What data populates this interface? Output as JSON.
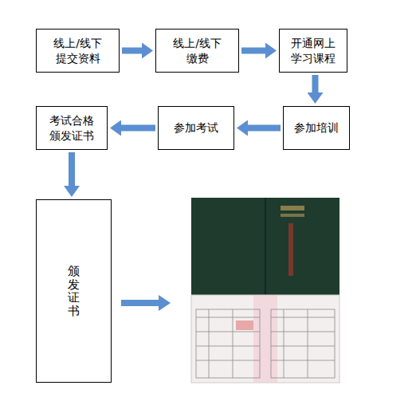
{
  "diagram": {
    "nodes": [
      {
        "text": [
          "线上/线下 提交资料"
        ]
      },
      {
        "text": [
          "线上/线下 缴费"
        ]
      },
      {
        "text": [
          "开通网上 学习课程"
        ]
      },
      {
        "text": [
          "参加培训"
        ]
      },
      {
        "text": [
          "参加考试"
        ]
      },
      {
        "text": [
          "考试合格 颁发证书"
        ]
      },
      {
        "text": [
          "颁发证书"
        ]
      }
    ],
    "edges": [
      {
        "from": 0,
        "to": 1,
        "arrow": "to"
      },
      {
        "from": 1,
        "to": 2,
        "arrow": "to"
      },
      {
        "from": 2,
        "to": 3,
        "arrow": "to"
      },
      {
        "from": 3,
        "to": 4,
        "arrow": "to"
      },
      {
        "from": 4,
        "to": 5,
        "arrow": "to"
      },
      {
        "from": 5,
        "to": 6,
        "arrow": "to"
      }
    ]
  }
}
